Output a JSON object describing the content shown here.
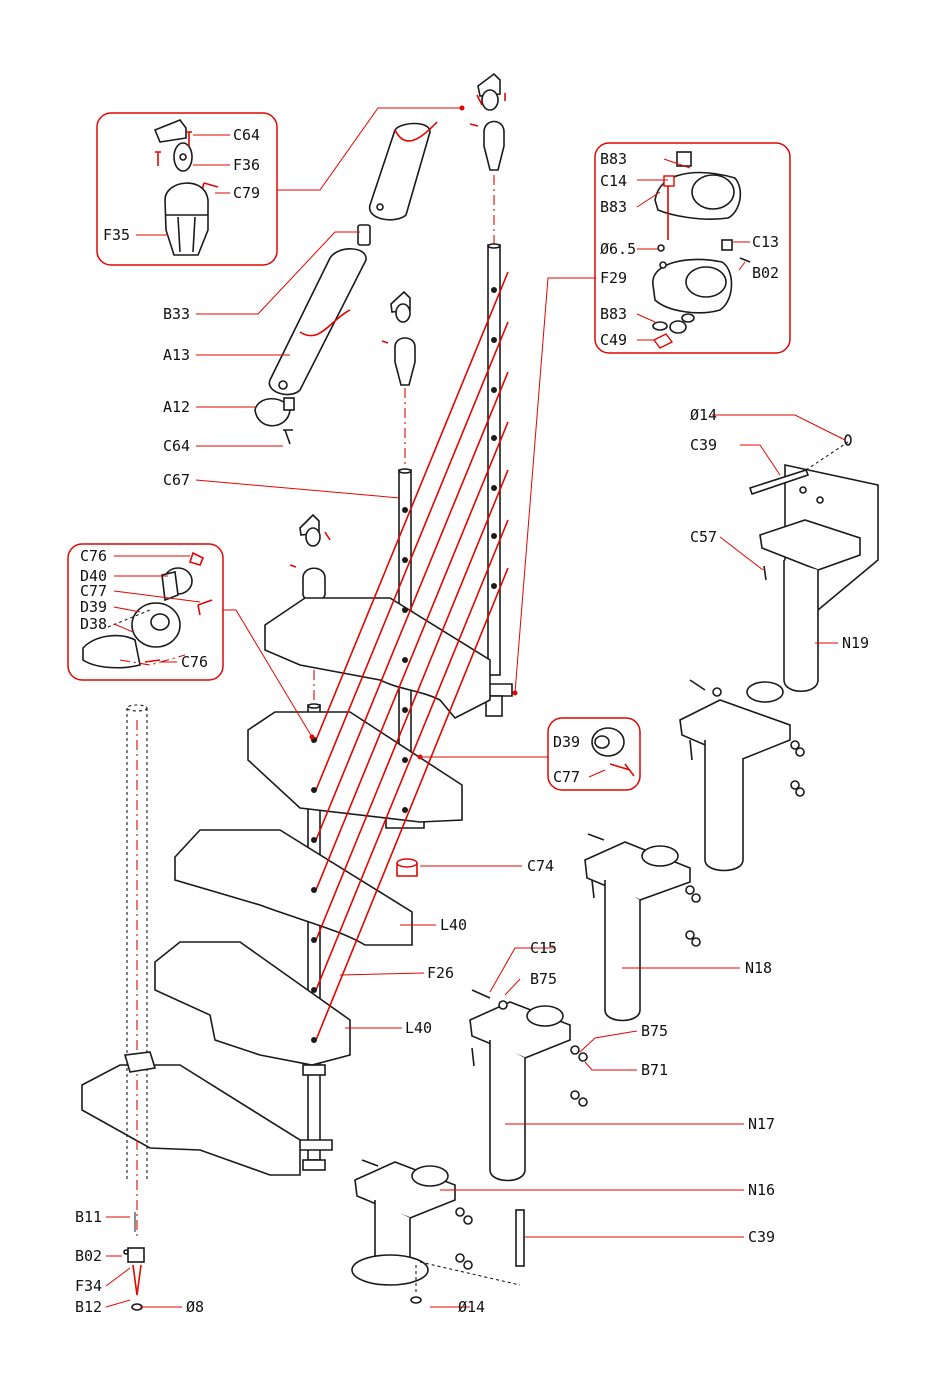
{
  "colors": {
    "accent": "#e10600",
    "ink": "#1a1a1a",
    "background": "#ffffff"
  },
  "labels": {
    "C64_top": "C64",
    "F36": "F36",
    "C79": "C79",
    "F35": "F35",
    "B33": "B33",
    "A13": "A13",
    "A12": "A12",
    "C64": "C64",
    "C67": "C67",
    "B83_a": "B83",
    "C14": "C14",
    "B83_b": "B83",
    "D65": "Ø6.5",
    "C13": "C13",
    "F29": "F29",
    "B02_top": "B02",
    "B83_c": "B83",
    "C49": "C49",
    "D14_top": "Ø14",
    "C39_top": "C39",
    "C57": "C57",
    "N19": "N19",
    "C76_a": "C76",
    "D40": "D40",
    "C77_a": "C77",
    "D39_a": "D39",
    "D38": "D38",
    "C76_b": "C76",
    "D39_b": "D39",
    "C77_b": "C77",
    "C74": "C74",
    "L40_a": "L40",
    "F26": "F26",
    "L40_b": "L40",
    "N18": "N18",
    "C15": "C15",
    "B75_a": "B75",
    "B75_b": "B75",
    "B71": "B71",
    "N17": "N17",
    "N16": "N16",
    "C39_bot": "C39",
    "B11": "B11",
    "B02_bot": "B02",
    "F34": "F34",
    "B12": "B12",
    "D8": "Ø8",
    "D14_bot": "Ø14"
  }
}
